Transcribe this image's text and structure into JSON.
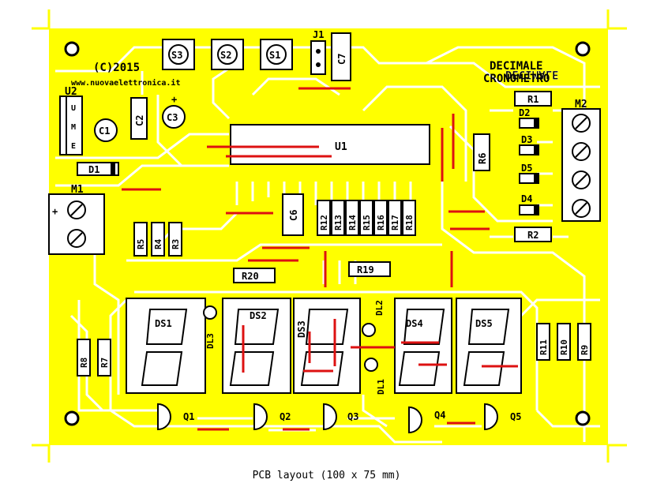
{
  "caption": "PCB layout (100 x 75 mm)",
  "board_text": {
    "title_line1": "CRONOMETRO",
    "title_line2": "DECIMALE",
    "copyright": "(C)2015",
    "credits": "www.nuovaelettronica.it"
  },
  "labels": {
    "u1": "U1",
    "u2": "U2",
    "j1": "J1",
    "m1": "M1",
    "m2": "M2",
    "s1": "S1",
    "s2": "S2",
    "s3": "S3",
    "c1": "C1",
    "c2": "C2",
    "c3": "C3",
    "c6": "C6",
    "c7": "C7",
    "d1": "D1",
    "d2": "D2",
    "d3": "D3",
    "d4": "D4",
    "d5": "D5",
    "r1": "R1",
    "r2": "R2",
    "r3": "R3",
    "r4": "R4",
    "r5": "R5",
    "r6": "R6",
    "r7": "R7",
    "r8": "R8",
    "r9": "R9",
    "r10": "R10",
    "r11": "R11",
    "r12": "R12",
    "r13": "R13",
    "r14": "R14",
    "r15": "R15",
    "r16": "R16",
    "r17": "R17",
    "r18": "R18",
    "r19": "R19",
    "r20": "R20",
    "ds1": "DS1",
    "ds2": "DS2",
    "ds3": "DS3",
    "ds4": "DS4",
    "ds5": "DS5",
    "dl1": "DL1",
    "dl2": "DL2",
    "dl3": "DL3",
    "q1": "Q1",
    "q2": "Q2",
    "q3": "Q3",
    "q4": "Q4",
    "q5": "Q5",
    "u2_pin_u": "U",
    "u2_pin_m": "M",
    "u2_pin_e": "E",
    "plus": "+"
  },
  "colors": {
    "board": "#ffff00",
    "copper": "#ffffff",
    "jumper": "#dd1111",
    "silk": "#000000"
  }
}
